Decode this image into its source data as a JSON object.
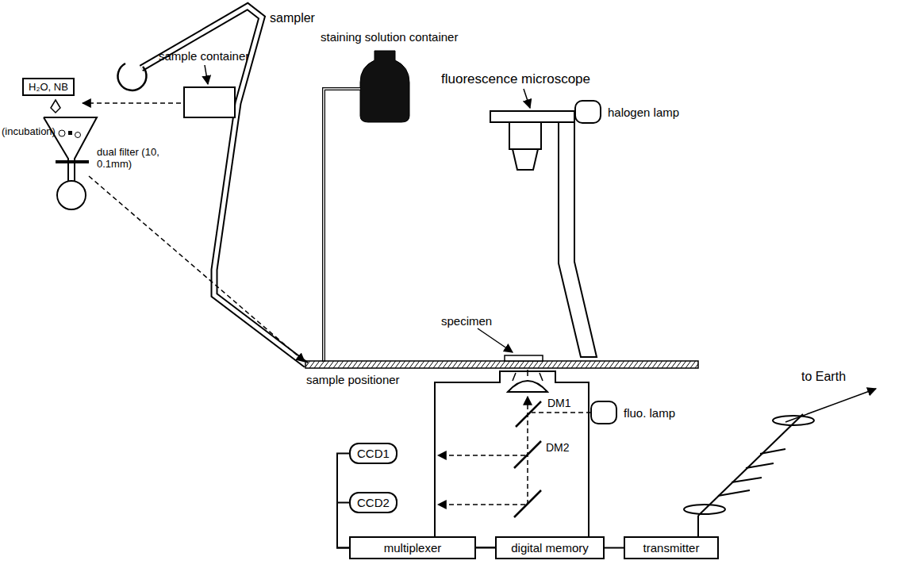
{
  "diagram": {
    "nodes": [
      {
        "text": [
          "H₂O, NB"
        ]
      },
      {
        "text": [
          "halogen lamp"
        ]
      },
      {
        "text": [
          "fluo. lamp"
        ]
      },
      {
        "text": [
          "CCD1"
        ]
      },
      {
        "text": [
          "CCD2"
        ]
      },
      {
        "text": [
          "multiplexer"
        ]
      },
      {
        "text": [
          "digital memory"
        ]
      },
      {
        "text": [
          "transmitter"
        ]
      }
    ],
    "edges": [
      {
        "from": 3,
        "to": 5,
        "arrow": "none"
      },
      {
        "from": 4,
        "to": 5,
        "arrow": "none"
      },
      {
        "from": 5,
        "to": 6,
        "arrow": "none"
      },
      {
        "from": 6,
        "to": 7,
        "arrow": "none"
      }
    ],
    "labels": [
      "sampler",
      "sample container",
      "staining solution container",
      "fluorescence microscope",
      "(incubation)",
      "dual filter (10, 0.1mm)",
      "specimen",
      "sample positioner",
      "DM1",
      "DM2",
      "to Earth"
    ]
  }
}
